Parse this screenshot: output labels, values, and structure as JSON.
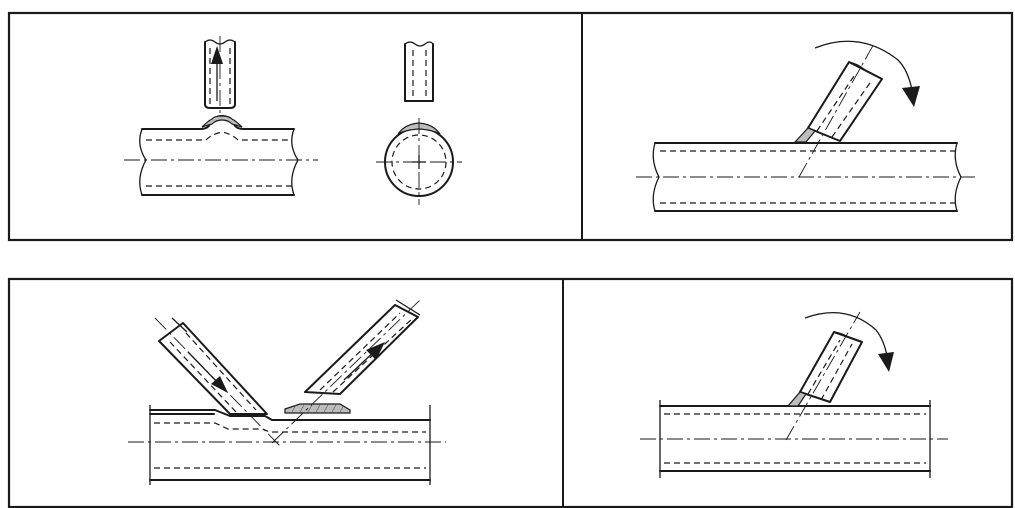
{
  "figure": {
    "panels": [
      {
        "name": "branch-preparation",
        "views": [
          "side-view",
          "section-view"
        ]
      },
      {
        "name": "branch-rotation-at-angle"
      },
      {
        "name": "angled-branches-joining"
      },
      {
        "name": "branch-rotation-small"
      }
    ],
    "colors": {
      "line": "#1a1a1a",
      "weld": "#bdbdbd",
      "background": "#ffffff"
    },
    "icons": [
      "arrow-up-icon",
      "arrow-down-right-icon",
      "arrow-up-right-icon",
      "rotation-arrow-icon"
    ]
  }
}
